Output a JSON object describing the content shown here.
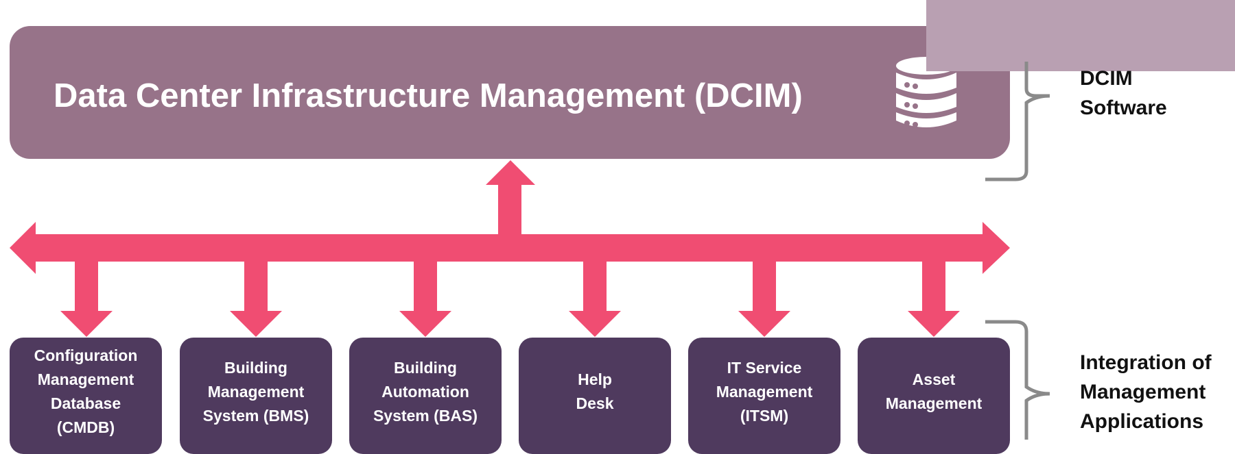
{
  "header": {
    "title": "Data Center Infrastructure Management (DCIM)",
    "icon": "database-icon"
  },
  "brackets": {
    "software_label": "DCIM\nSoftware",
    "integration_label": "Integration of\nManagement\nApplications"
  },
  "applications": [
    {
      "label": "Configuration\nManagement\nDatabase\n(CMDB)"
    },
    {
      "label": "Building\nManagement\nSystem (BMS)"
    },
    {
      "label": "Building\nAutomation\nSystem (BAS)"
    },
    {
      "label": "Help\nDesk"
    },
    {
      "label": "IT Service\nManagement\n(ITSM)"
    },
    {
      "label": "Asset\nManagement"
    }
  ],
  "colors": {
    "dcim_box": "#977389",
    "app_box": "#4f3a5e",
    "arrow": "#f04d72",
    "bracket": "#8a8a8a",
    "corner_block": "#b9a0b2"
  }
}
